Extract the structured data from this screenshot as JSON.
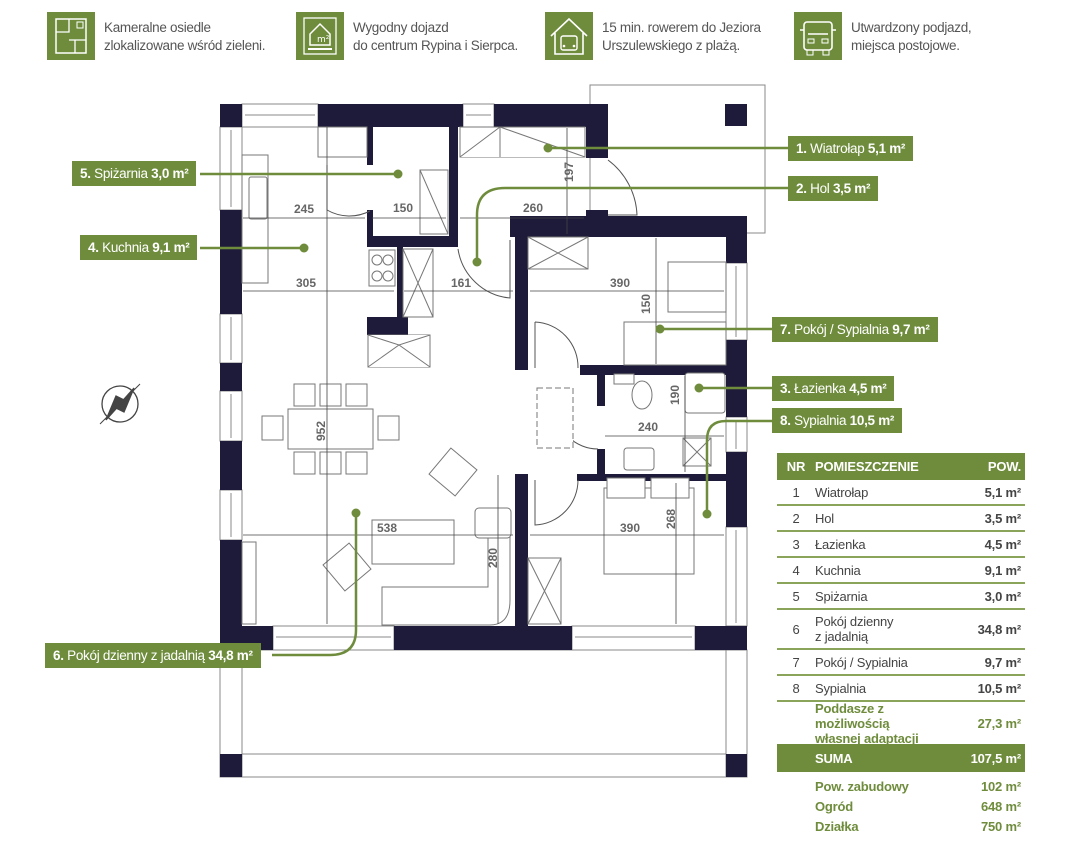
{
  "features": [
    {
      "icon": "floorplan-icon",
      "line1": "Kameralne osiedle",
      "line2": "zlokalizowane wśród zieleni."
    },
    {
      "icon": "house-plan-icon",
      "line1": "Wygodny dojazd",
      "line2": "do centrum Rypina i Sierpca."
    },
    {
      "icon": "garage-car-icon",
      "line1": "15 min. rowerem do Jeziora",
      "line2": "Urszulewskiego z plażą."
    },
    {
      "icon": "car-icon",
      "line1": "Utwardzony podjazd,",
      "line2": "miejsca postojowe."
    }
  ],
  "labels": [
    {
      "num": "1.",
      "name": "Wiatrołap",
      "area": "5,1 m²"
    },
    {
      "num": "2.",
      "name": "Hol",
      "area": "3,5 m²"
    },
    {
      "num": "3.",
      "name": "Łazienka",
      "area": "4,5 m²"
    },
    {
      "num": "4.",
      "name": "Kuchnia",
      "area": "9,1 m²"
    },
    {
      "num": "5.",
      "name": "Spiżarnia",
      "area": "3,0 m²"
    },
    {
      "num": "6.",
      "name": "Pokój dzienny z jadalnią",
      "area": "34,8 m²"
    },
    {
      "num": "7.",
      "name": "Pokój / Sypialnia",
      "area": "9,7 m²"
    },
    {
      "num": "8.",
      "name": "Sypialnia",
      "area": "10,5 m²"
    }
  ],
  "dims": {
    "kitchen_w": "245",
    "pantry_w": "150",
    "hall_w": "260",
    "vest_h": "197",
    "kitchen_w2": "305",
    "hall_w2": "161",
    "room7_w": "390",
    "room7_h": "150",
    "bath_h": "190",
    "bath_w": "240",
    "living_h": "952",
    "living_w": "538",
    "living_h2": "280",
    "bed_w": "390",
    "bed_h": "268"
  },
  "table": {
    "headers": {
      "nr": "NR",
      "room": "POMIESZCZENIE",
      "area": "POW."
    },
    "rows": [
      {
        "nr": "1",
        "room": "Wiatrołap",
        "area": "5,1 m²"
      },
      {
        "nr": "2",
        "room": "Hol",
        "area": "3,5 m²"
      },
      {
        "nr": "3",
        "room": "Łazienka",
        "area": "4,5 m²"
      },
      {
        "nr": "4",
        "room": "Kuchnia",
        "area": "9,1 m²"
      },
      {
        "nr": "5",
        "room": "Spiżarnia",
        "area": "3,0 m²"
      },
      {
        "nr": "6",
        "room_line1": "Pokój dzienny",
        "room_line2": "z jadalnią",
        "area": "34,8 m²"
      },
      {
        "nr": "7",
        "room": "Pokój / Sypialnia",
        "area": "9,7 m²"
      },
      {
        "nr": "8",
        "room": "Sypialnia",
        "area": "10,5 m²"
      }
    ],
    "attic": {
      "line1": "Poddasze z możliwością",
      "line2": "własnej adaptacji",
      "area": "27,3 m²"
    },
    "sum": {
      "label": "SUMA",
      "area": "107,5 m²"
    },
    "extras": [
      {
        "label": "Pow. zabudowy",
        "value": "102 m²"
      },
      {
        "label": "Ogród",
        "value": "648 m²"
      },
      {
        "label": "Działka",
        "value": "750 m²"
      }
    ]
  },
  "colors": {
    "accent": "#6e8c3c",
    "wall": "#1e1b3a"
  }
}
